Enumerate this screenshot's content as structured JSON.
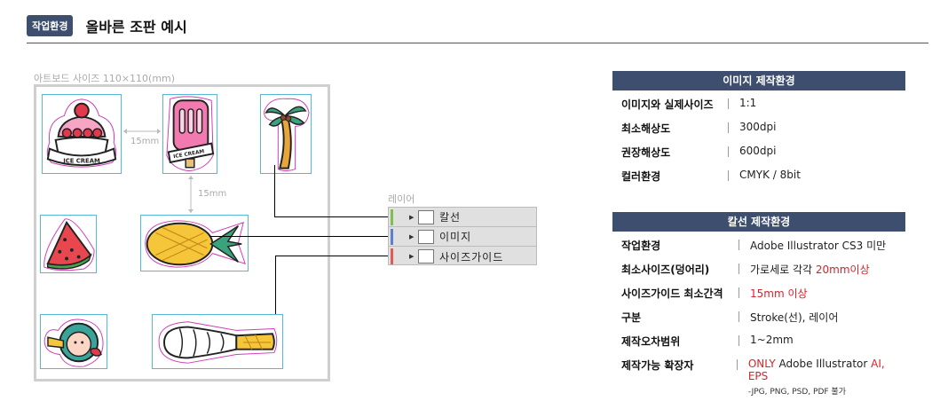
{
  "header": {
    "badge": "작업환경",
    "title": "올바른 조판 예시"
  },
  "artboard": {
    "label": "아트보드 사이즈 110×110(mm)",
    "gap_horizontal": "15mm",
    "gap_vertical": "15mm",
    "stickers": {
      "cake_text": "ICE CREAM",
      "popsicle_text": "ICE CREAM"
    }
  },
  "layers": {
    "label": "레이어",
    "items": [
      {
        "name": "칼선",
        "color": "#7fbf4f"
      },
      {
        "name": "이미지",
        "color": "#5b7fd1"
      },
      {
        "name": "사이즈가이드",
        "color": "#e05a5a"
      }
    ]
  },
  "image_spec": {
    "title": "이미지 제작환경",
    "rows": [
      {
        "key": "이미지와 실제사이즈",
        "value": "1:1"
      },
      {
        "key": "최소해상도",
        "value": "300dpi"
      },
      {
        "key": "권장해상도",
        "value": "600dpi"
      },
      {
        "key": "컬러환경",
        "value": "CMYK / 8bit"
      }
    ]
  },
  "cutline_spec": {
    "title": "칼선 제작환경",
    "rows": [
      {
        "key": "작업환경",
        "value": "Adobe Illustrator CS3 미만"
      },
      {
        "key": "최소사이즈(덩어리)",
        "value_plain": "가로세로 각각 ",
        "value_red": "20mm이상"
      },
      {
        "key": "사이즈가이드 최소간격",
        "value_red": "15mm 이상"
      },
      {
        "key": "구분",
        "value": "Stroke(선), 레이어"
      },
      {
        "key": "제작오차범위",
        "value": "1~2mm"
      },
      {
        "key": "제작가능 확장자",
        "value_red1": "ONLY",
        "value_plain": " Adobe Illustrator ",
        "value_red2": "AI, EPS",
        "sub": "-JPG, PNG, PSD, PDF 불가"
      }
    ]
  },
  "colors": {
    "accent": "#3d4e6f",
    "guide": "#57b8d6",
    "cutline": "#d03ab8",
    "warning": "#d9232b"
  }
}
